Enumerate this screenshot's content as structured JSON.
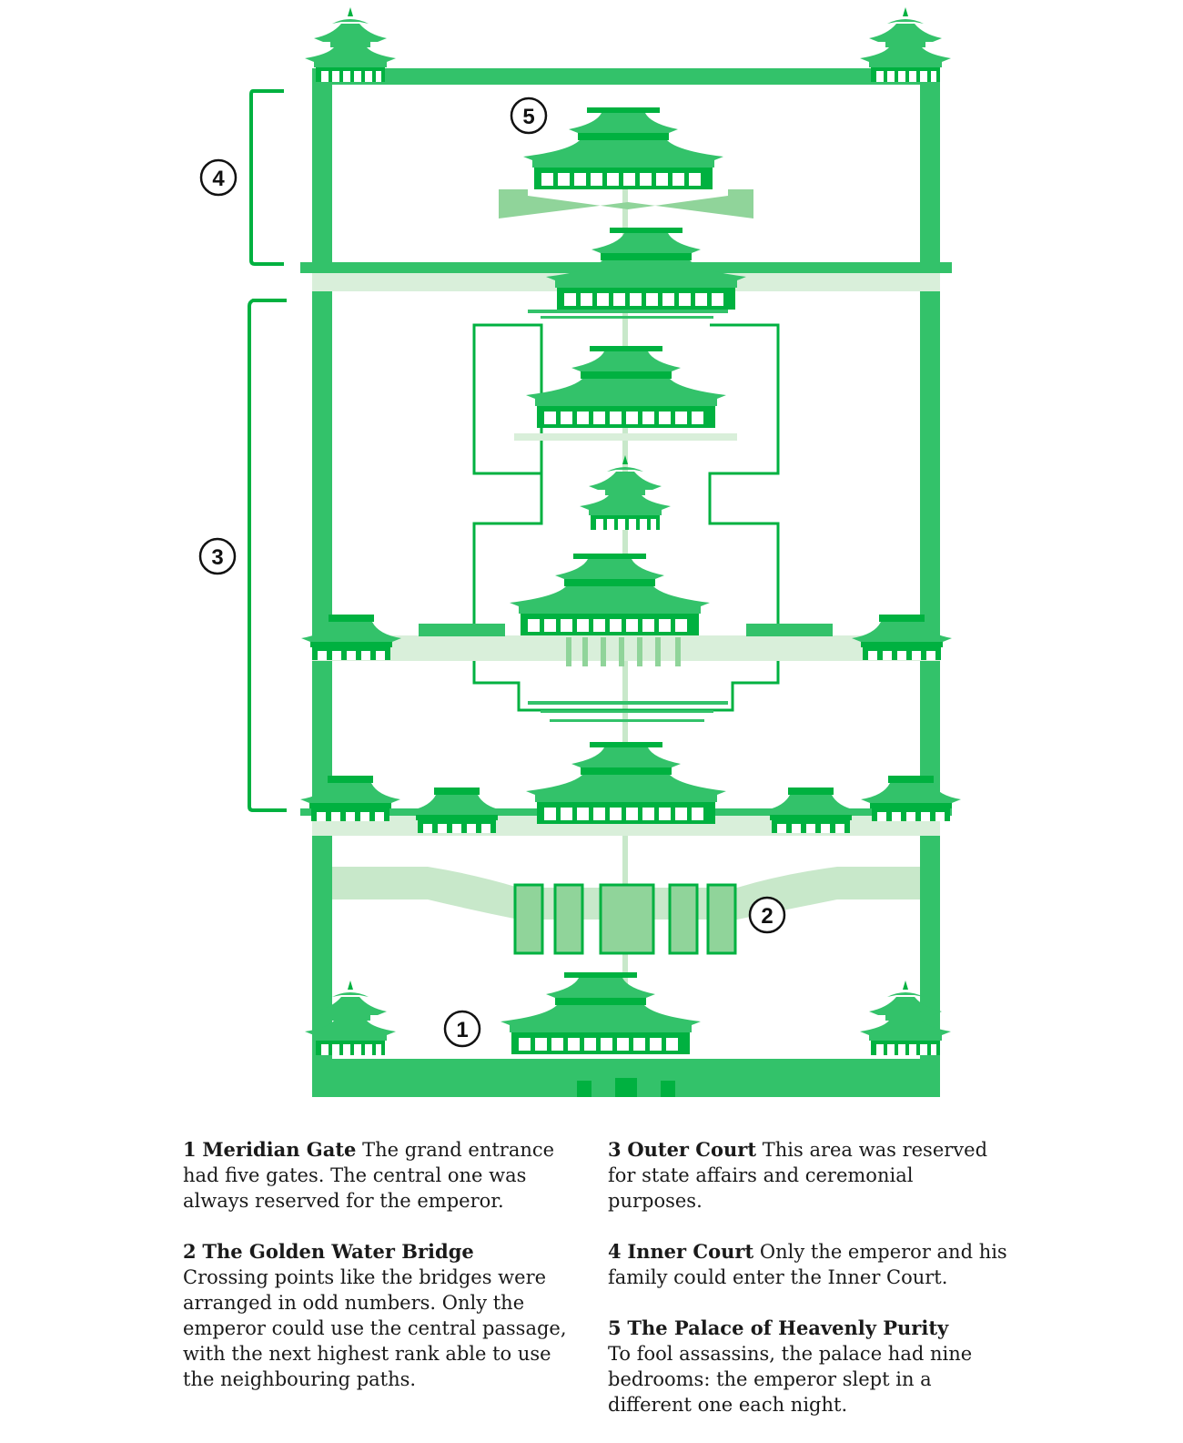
{
  "markers": [
    "1",
    "2",
    "3",
    "4",
    "5"
  ],
  "legend": [
    {
      "num": "1",
      "name": "Meridian Gate",
      "text": "The grand entrance had five gates. The central one was always reserved for the emperor."
    },
    {
      "num": "2",
      "name": "The Golden Water Bridge",
      "text": "Crossing points like the bridges were arranged in odd numbers. Only the emperor could use the central passage, with the next highest rank able to use the neighbouring paths."
    },
    {
      "num": "3",
      "name": "Outer Court",
      "text": "This area was reserved for state affairs and ceremonial purposes."
    },
    {
      "num": "4",
      "name": "Inner Court",
      "text": "Only the emperor and his family could enter the Inner Court."
    },
    {
      "num": "5",
      "name": "The Palace of Heavenly Purity",
      "text": "To fool assassins, the palace had nine bedrooms: the emperor slept in a different one each night."
    }
  ],
  "colors": {
    "dark": "#00b140",
    "mid": "#33c26a",
    "light": "#c8e8ca",
    "pale": "#d9efda",
    "marker_stroke": "#111111"
  }
}
